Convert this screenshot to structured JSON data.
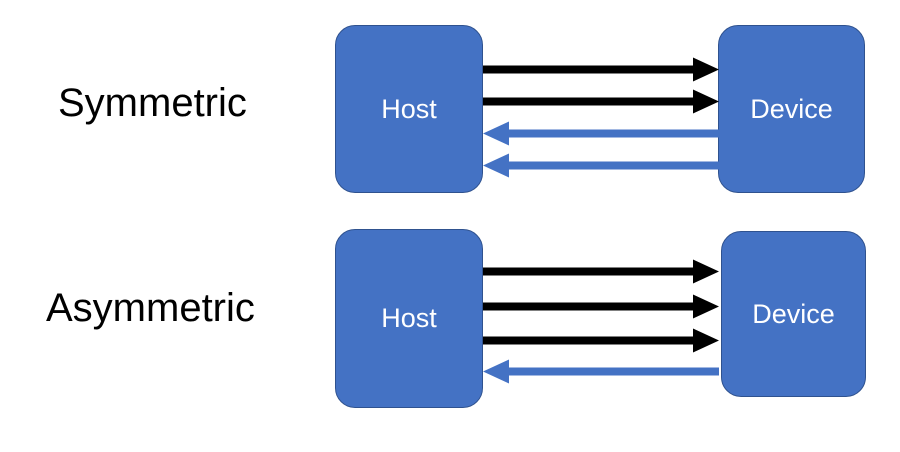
{
  "figure": {
    "title": "Symmetric vs Asymmetric Host-Device Link Diagram",
    "background_color": "#FFFFFF"
  },
  "colors": {
    "node_fill": "#4472C4",
    "node_stroke": "#2F528F",
    "node_text": "#FFFFFF",
    "downstream_arrow": "#000000",
    "upstream_arrow": "#4472C4",
    "label_text": "#000000"
  },
  "rows": [
    {
      "id": "symmetric",
      "label": "Symmetric",
      "left_node": {
        "label": "Host"
      },
      "right_node": {
        "label": "Device"
      },
      "links": [
        {
          "direction": "host-to-device",
          "color": "#000000",
          "index": 1
        },
        {
          "direction": "host-to-device",
          "color": "#000000",
          "index": 2
        },
        {
          "direction": "device-to-host",
          "color": "#4472C4",
          "index": 1
        },
        {
          "direction": "device-to-host",
          "color": "#4472C4",
          "index": 2
        }
      ],
      "lane_counts": {
        "host_to_device": 2,
        "device_to_host": 2
      }
    },
    {
      "id": "asymmetric",
      "label": "Asymmetric",
      "left_node": {
        "label": "Host"
      },
      "right_node": {
        "label": "Device"
      },
      "links": [
        {
          "direction": "host-to-device",
          "color": "#000000",
          "index": 1
        },
        {
          "direction": "host-to-device",
          "color": "#000000",
          "index": 2
        },
        {
          "direction": "host-to-device",
          "color": "#000000",
          "index": 3
        },
        {
          "direction": "device-to-host",
          "color": "#4472C4",
          "index": 1
        }
      ],
      "lane_counts": {
        "host_to_device": 3,
        "device_to_host": 1
      }
    }
  ]
}
